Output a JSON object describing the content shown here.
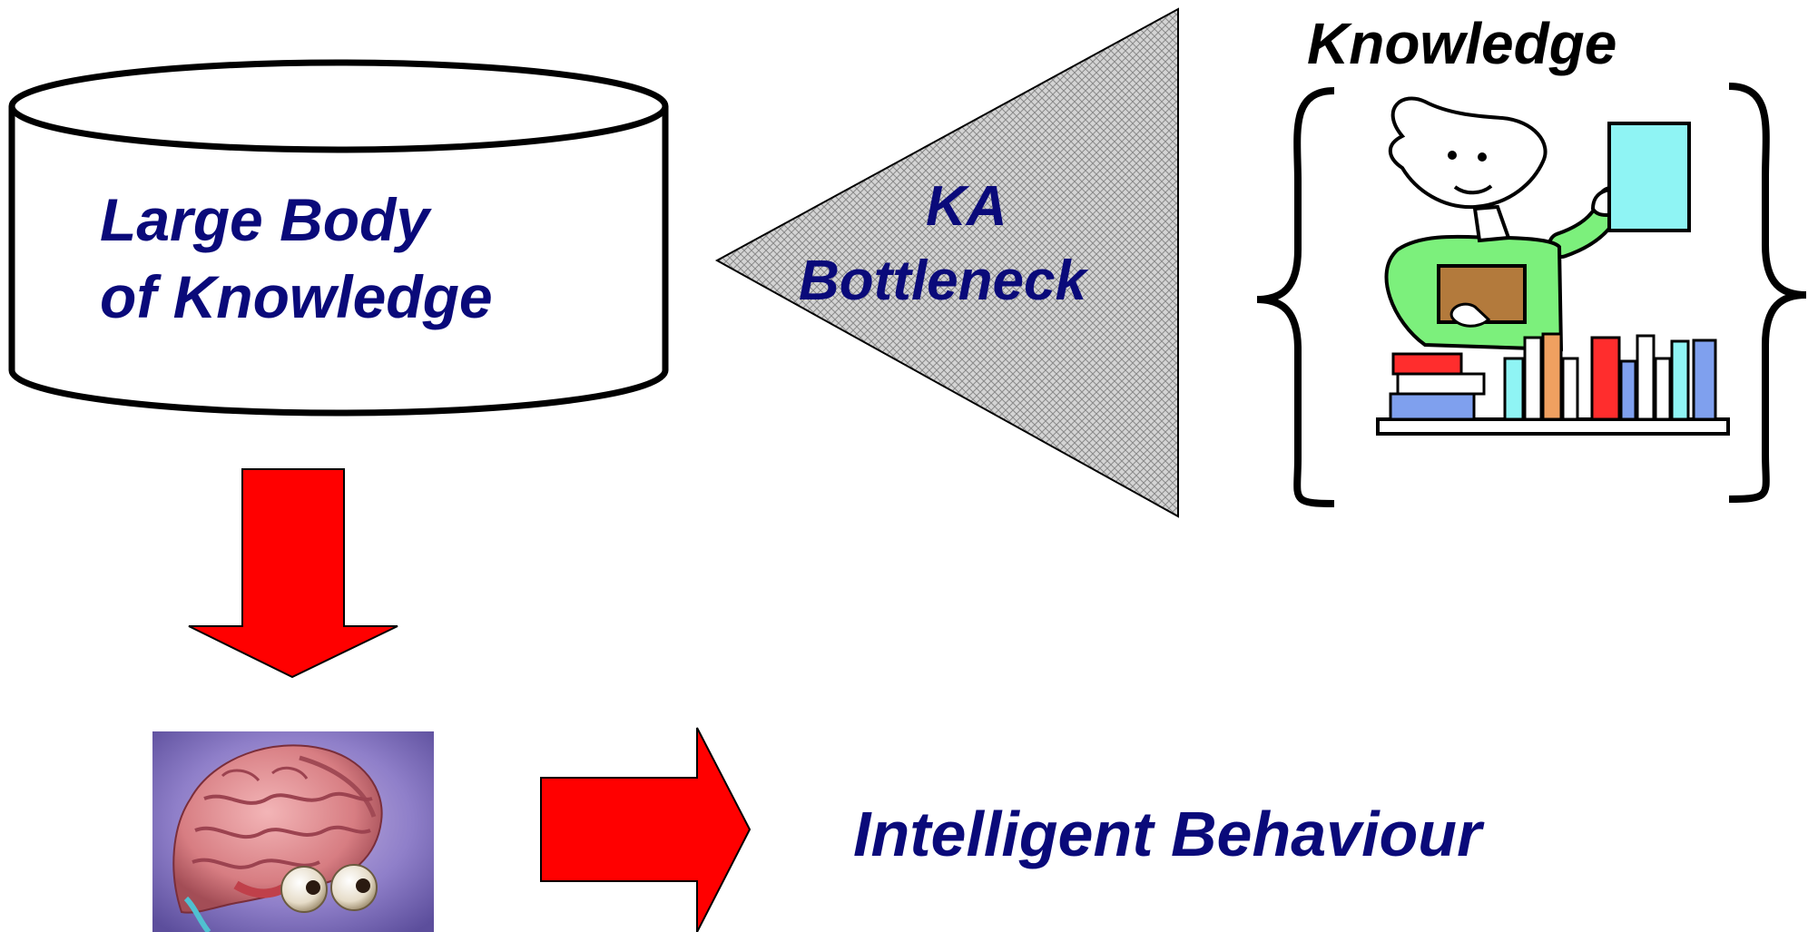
{
  "diagram": {
    "database_label_line1": "Large Body",
    "database_label_line2": "of Knowledge",
    "bottleneck_label_line1": "KA",
    "bottleneck_label_line2": "Bottleneck",
    "expert_title": "Knowledge",
    "result_label": "Intelligent Behaviour"
  },
  "colors": {
    "label_blue": "#0a0a7a",
    "arrow_red": "#ff0000",
    "shirt_green": "#7cf07c",
    "card_cyan": "#8ff4f4",
    "book_brown": "#b37a3c"
  },
  "icons": {
    "expert": "person-holding-card-icon",
    "brain": "brain-with-eyes-icon"
  }
}
